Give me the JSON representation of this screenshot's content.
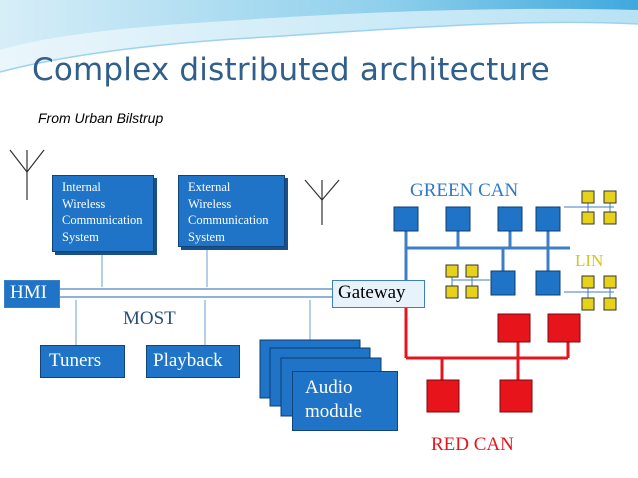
{
  "slide": {
    "title": "Complex distributed architecture",
    "subtitle": "From Urban Bilstrup"
  },
  "nodes": {
    "internal_wireless": "Internal\nWireless\nCommunication\nSystem",
    "external_wireless": "External\nWireless\nCommunication\nSystem",
    "hmi": "HMI",
    "gateway": "Gateway",
    "tuners": "Tuners",
    "playback": "Playback",
    "audio_module": "Audio\nmodule"
  },
  "buses": {
    "most": "MOST",
    "green_can": "GREEN CAN",
    "lin": "LIN",
    "red_can": "RED CAN"
  },
  "colors": {
    "title": "#2f5f8a",
    "node_blue": "#1f74c7",
    "most_bus": "#8fb3d8",
    "green_can_bus": "#3d7fc4",
    "green_can_label": "#2e78c8",
    "red_can": "#e8141c",
    "lin_node": "#e6d21a",
    "lin_label": "#d8c41a"
  }
}
